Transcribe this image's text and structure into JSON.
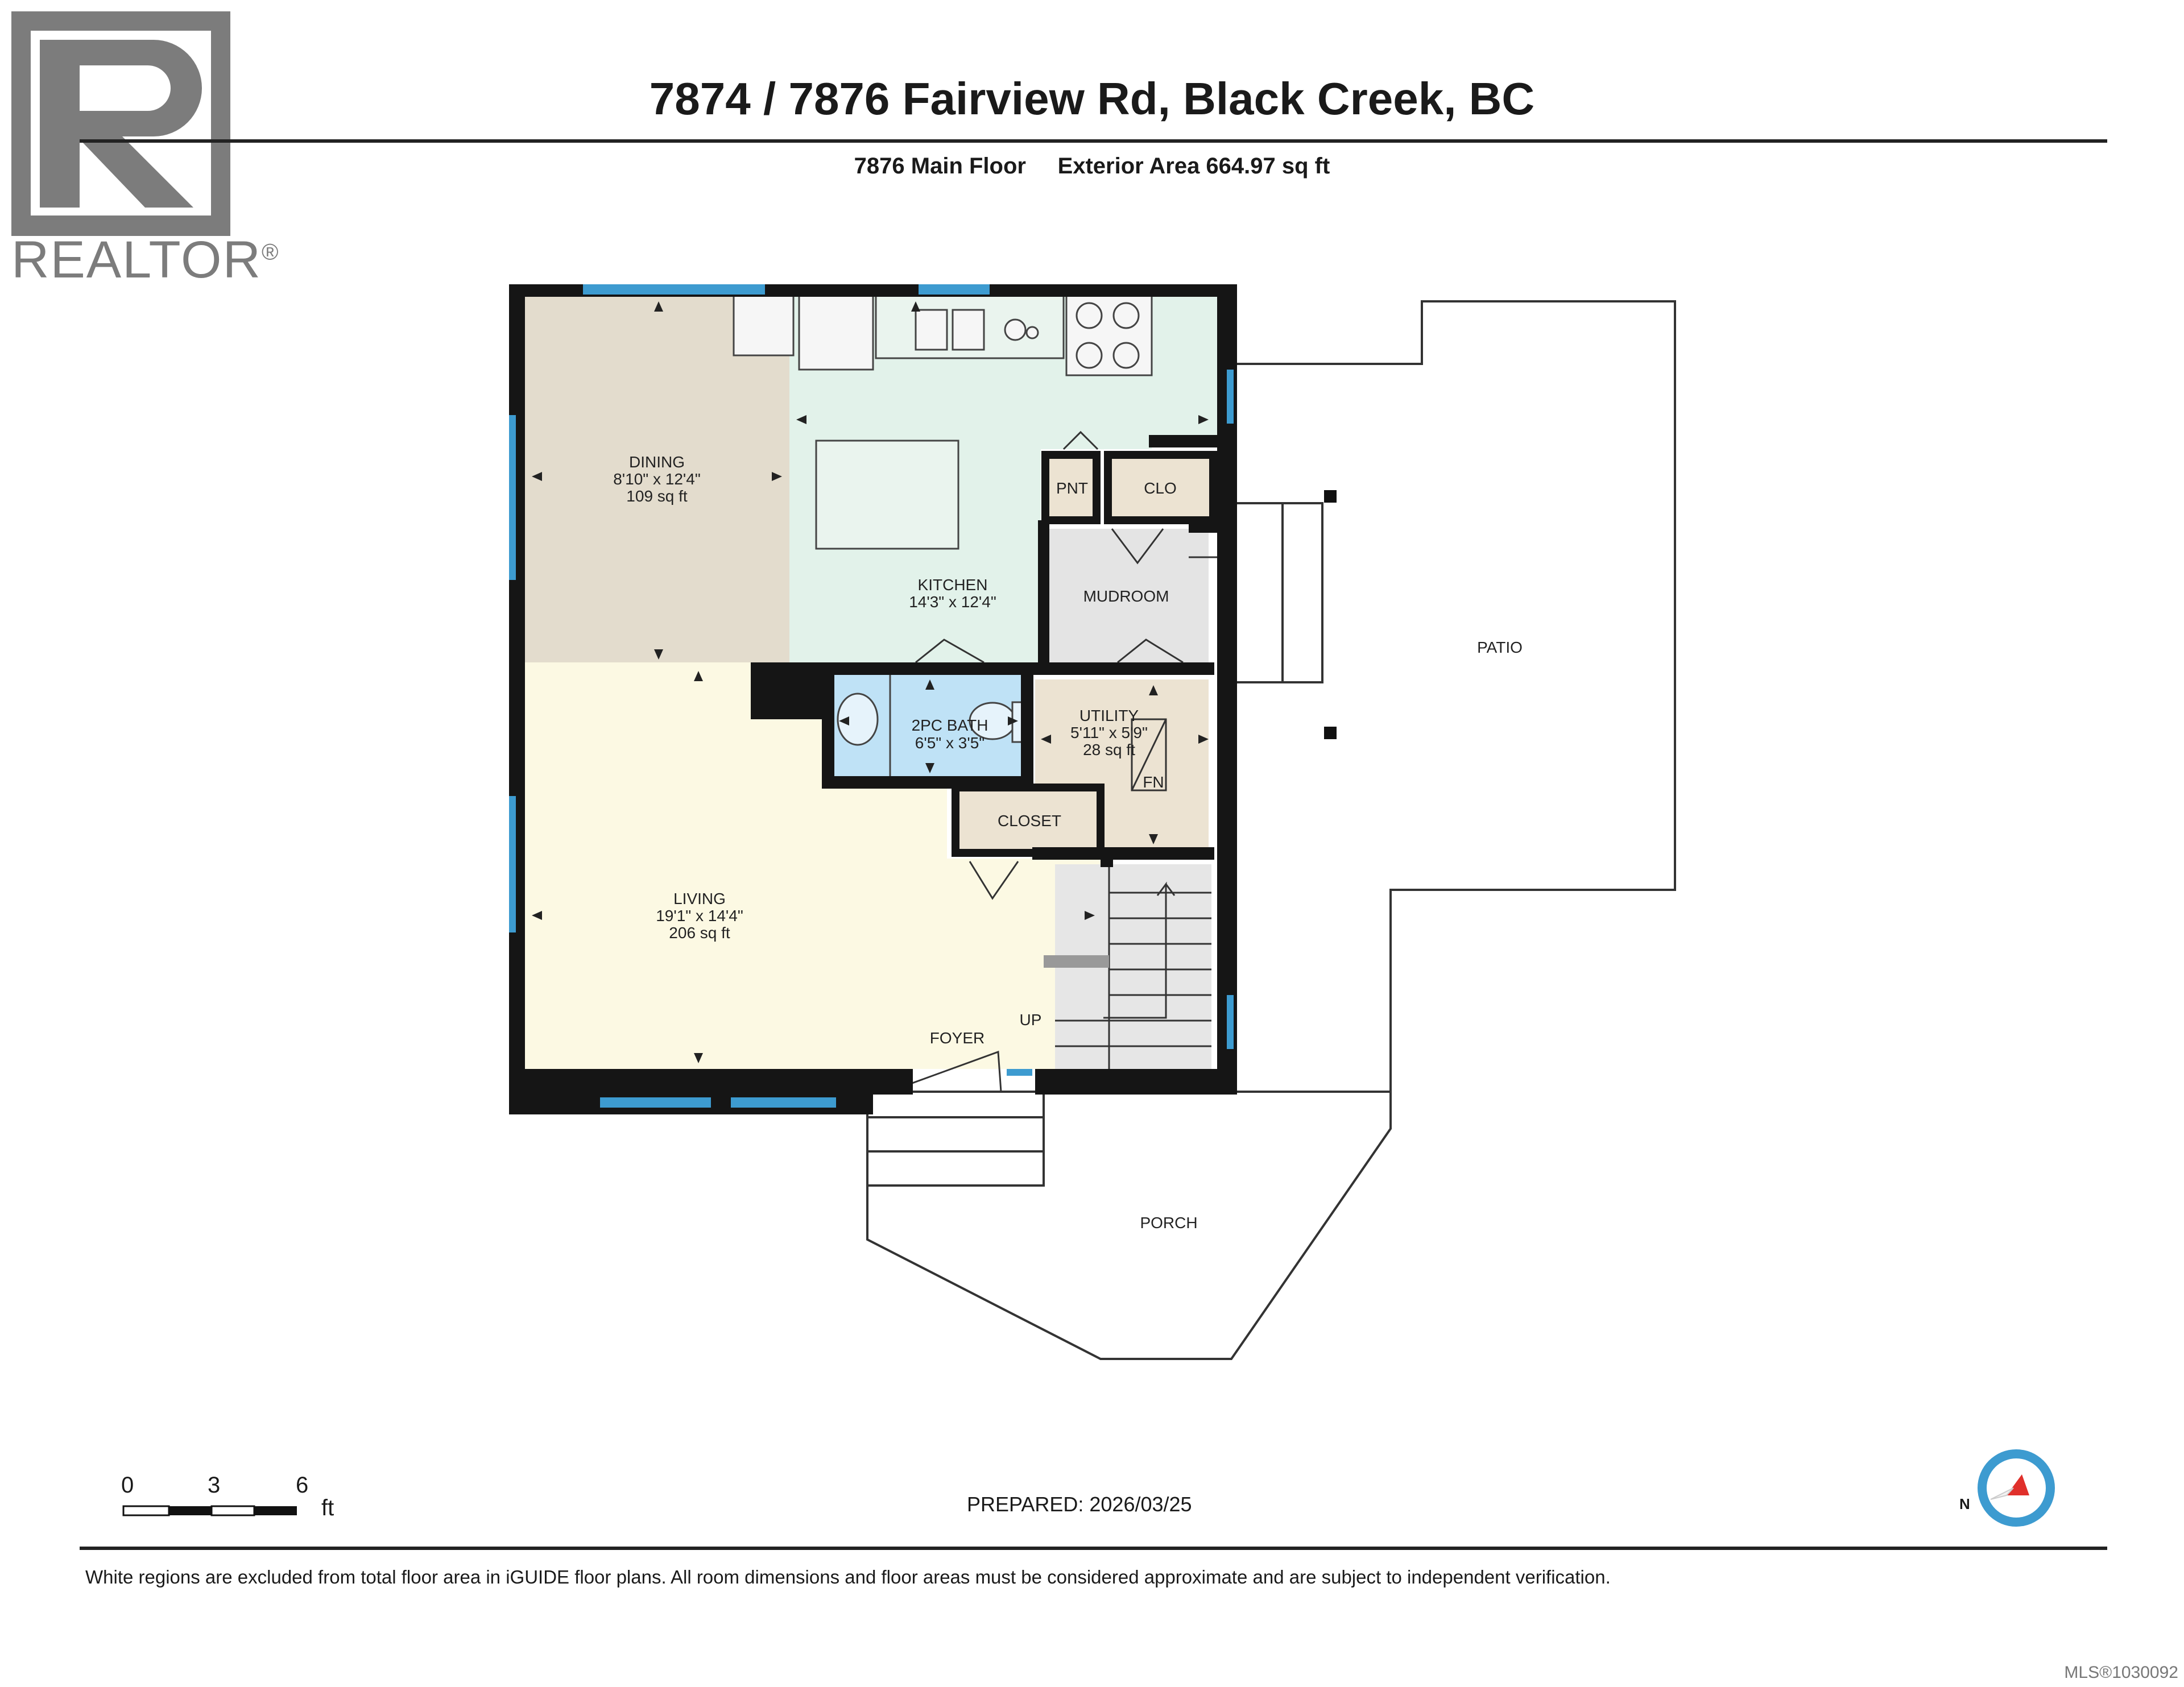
{
  "header": {
    "title": "7874 / 7876 Fairview Rd, Black Creek, BC",
    "floor_label": "7876 Main Floor",
    "exterior_area": "Exterior Area 664.97 sq ft"
  },
  "logo": {
    "word": "REALTOR",
    "mark": "®",
    "letter": "R"
  },
  "rooms": {
    "dining": {
      "name": "DINING",
      "dims": "8'10\" x 12'4\"",
      "area": "109 sq ft"
    },
    "kitchen": {
      "name": "KITCHEN",
      "dims": "14'3\" x 12'4\""
    },
    "living": {
      "name": "LIVING",
      "dims": "19'1\" x 14'4\"",
      "area": "206 sq ft"
    },
    "bath": {
      "name": "2PC BATH",
      "dims": "6'5\" x 3'5\""
    },
    "utility": {
      "name": "UTILITY",
      "dims": "5'11\" x 5'9\"",
      "area": "28 sq ft",
      "fn": "FN"
    },
    "mudroom": {
      "name": "MUDROOM"
    },
    "pnt": {
      "name": "PNT"
    },
    "clo": {
      "name": "CLO"
    },
    "closet": {
      "name": "CLOSET"
    },
    "foyer": {
      "name": "FOYER"
    },
    "up": {
      "name": "UP"
    },
    "patio": {
      "name": "PATIO"
    },
    "porch": {
      "name": "PORCH"
    }
  },
  "colors": {
    "dining": "#e3dccd",
    "kitchen": "#e2f2ea",
    "living": "#fcf9e3",
    "bath": "#bfe2f6",
    "utility": "#ece3d2",
    "mudroom": "#e4e4e4",
    "wall": "#151515",
    "window": "#3d9bd0"
  },
  "scale": {
    "labels": [
      "0",
      "3",
      "6"
    ],
    "unit": "ft"
  },
  "prepared": "PREPARED: 2026/03/25",
  "compass": {
    "letter": "N"
  },
  "footnote": "White regions are excluded from total floor area in iGUIDE floor plans. All room dimensions and floor areas must be considered approximate and are subject to independent verification.",
  "mls": "MLS®1030092"
}
